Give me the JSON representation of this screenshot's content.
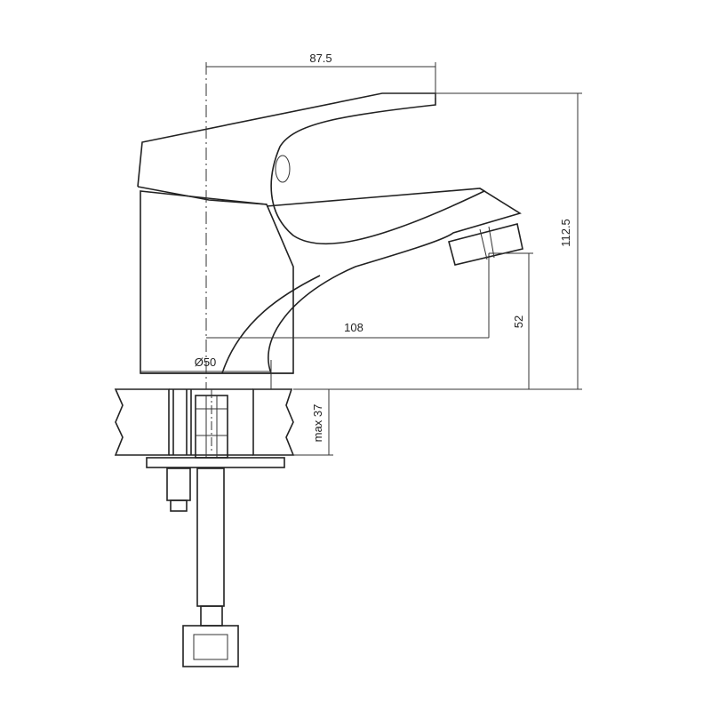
{
  "title": "Faucet dimensional drawing",
  "dimensions": {
    "reach_top": "87.5",
    "height": "112.5",
    "spout_reach": "108",
    "spout_height": "52",
    "base_diameter": "Ø50",
    "counter_thickness": "max 37"
  },
  "colors": {
    "line": "#222222",
    "background": "#ffffff",
    "stone": "#f2f2f2"
  }
}
